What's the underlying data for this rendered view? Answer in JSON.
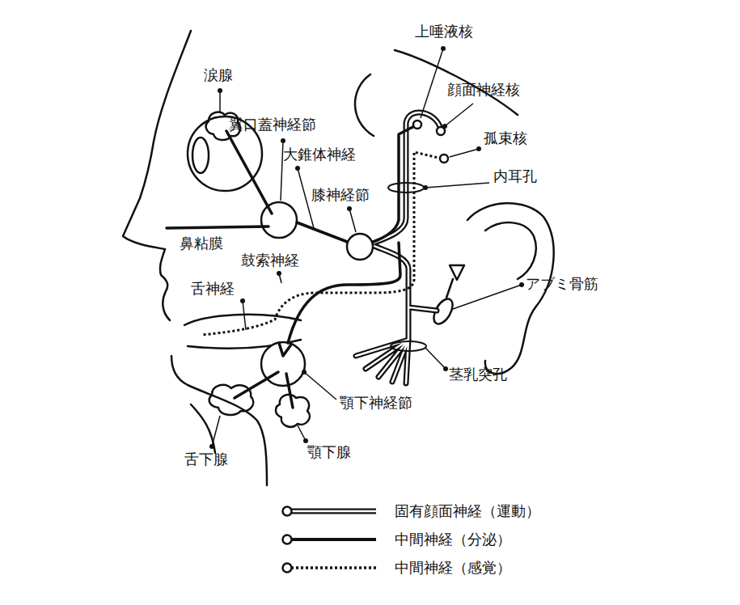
{
  "diagram": {
    "labels": [
      "上唾液核",
      "涙腺",
      "顔面神経核",
      "翼口蓋神経節",
      "孤束核",
      "大錐体神経",
      "内耳孔",
      "膝神経節",
      "鼻粘膜",
      "鼓索神経",
      "舌神経",
      "アブミ骨筋",
      "茎乳突孔",
      "顎下神経節",
      "顎下腺",
      "舌下腺"
    ],
    "legend": [
      {
        "text": "固有顔面神経（運動）"
      },
      {
        "text": "中間神経（分泌）"
      },
      {
        "text": "中間神経（感覚）"
      }
    ]
  }
}
